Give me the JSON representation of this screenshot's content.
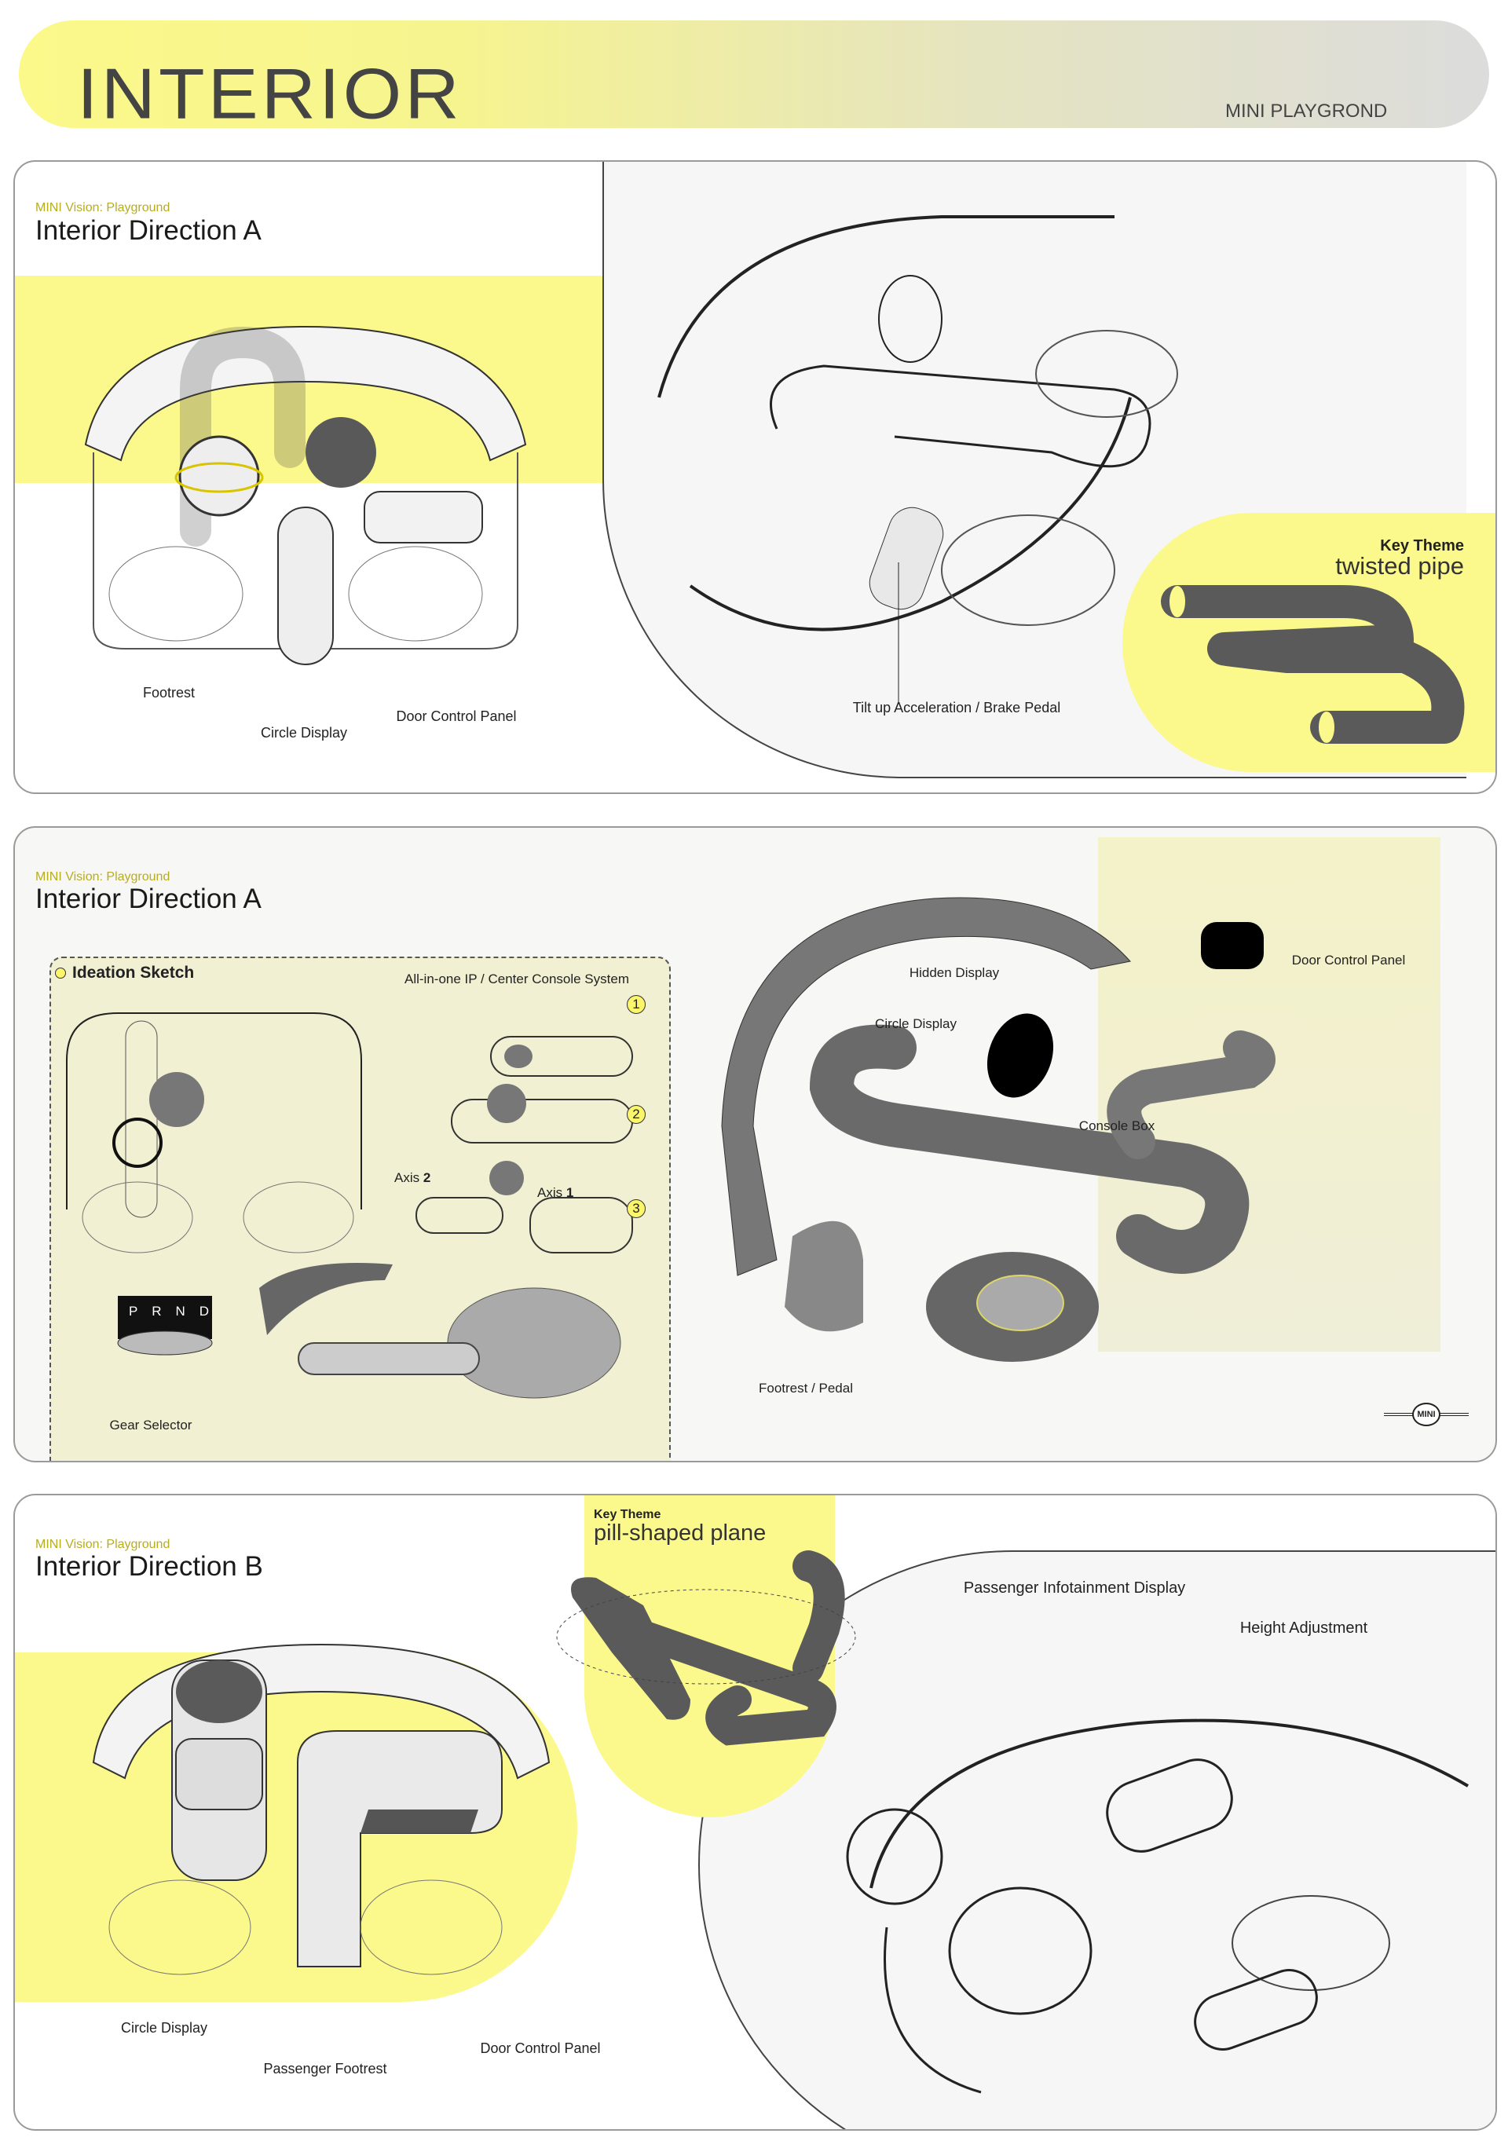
{
  "header": {
    "title": "INTERIOR",
    "subtitle": "MINI PLAYGROND"
  },
  "section1": {
    "kicker": "MINI Vision: Playground",
    "title": "Interior Direction A",
    "labels": {
      "footrest": "Footrest",
      "circle_display": "Circle Display",
      "door_control_panel": "Door Control Panel",
      "pedal": "Tilt up Acceleration / Brake Pedal"
    },
    "key_theme": {
      "label": "Key Theme",
      "value": "twisted pipe"
    }
  },
  "section2": {
    "kicker": "MINI Vision: Playground",
    "title": "Interior Direction A",
    "ideation": {
      "title": "Ideation Sketch",
      "system_label": "All-in-one IP / Center Console System",
      "steps": [
        "1",
        "2",
        "3"
      ],
      "axis2": "Axis",
      "axis2_num": "2",
      "axis1": "Axis",
      "axis1_num": "1",
      "gear": [
        "P",
        "R",
        "N",
        "D"
      ],
      "gear_label": "Gear Selector"
    },
    "labels": {
      "hidden_display": "Hidden Display",
      "door_control_panel": "Door Control Panel",
      "circle_display": "Circle Display",
      "console_box": "Console Box",
      "footrest_pedal": "Footrest / Pedal"
    },
    "logo": "MINI"
  },
  "section3": {
    "kicker": "MINI Vision: Playground",
    "title": "Interior Direction B",
    "key_theme": {
      "label": "Key Theme",
      "value": "pill-shaped plane"
    },
    "labels": {
      "passenger_display": "Passenger Infotainment Display",
      "height_adjustment": "Height Adjustment",
      "circle_display": "Circle Display",
      "passenger_footrest": "Passenger Footrest",
      "door_control_panel": "Door Control Panel"
    }
  },
  "colors": {
    "accent": "#faf68a",
    "kicker": "#b7ad1f",
    "shape": "#5a5a5a"
  }
}
